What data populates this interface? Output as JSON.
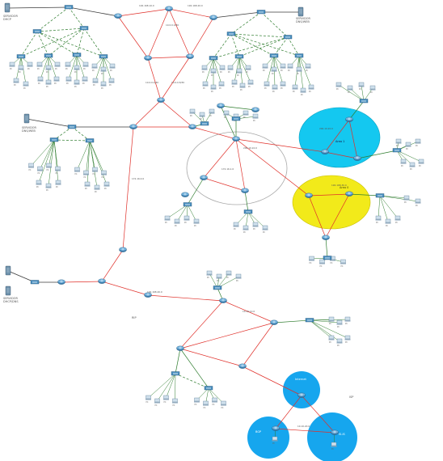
{
  "title": "Packet Tracer topology",
  "colors": {
    "serial": "#e0302a",
    "ethernet": "#2f7d2f",
    "trunk": "#2f7d2f",
    "area_cyan": "#14c8f0",
    "area_yellow": "#f2ea1a",
    "area_blue": "#16a6ee",
    "area_gray": "#9a9a9a",
    "router": "#3f86b8",
    "switch": "#4a90c0",
    "pc": "#b9c7d4",
    "label": "#555555"
  },
  "labels": {
    "server_top_left": "SERVIDOR",
    "server_top_left_sub": "DHCP",
    "server_top_right": "SERVIDOR",
    "server_top_right_sub": "DNS/WEB",
    "server_mid_left": "SERVIDOR",
    "server_mid_left_sub": "DNS/WEB",
    "server_bottom_left": "SERVIDOR",
    "server_bottom_left_sub": "DHCP/DNS",
    "ospf_area_label": "Area 1",
    "eigrp_area_label": "Area 0",
    "isp_label": "ISP",
    "cloud_label": "Internet",
    "rip_label": "RIP",
    "bgp_label": "BGP",
    "isis_label": "IS-IS"
  },
  "net_labels": [
    "192.168.10.0",
    "192.168.20.0",
    "10.0.0.0/30",
    "10.0.0.4/30",
    "10.0.0.8/30",
    "172.16.0.0",
    "172.16.1.0",
    "200.10.10.0",
    "200.10.20.0",
    "192.168.30.0",
    "192.168.40.0",
    "10.10.10.0",
    "10.10.20.0"
  ]
}
